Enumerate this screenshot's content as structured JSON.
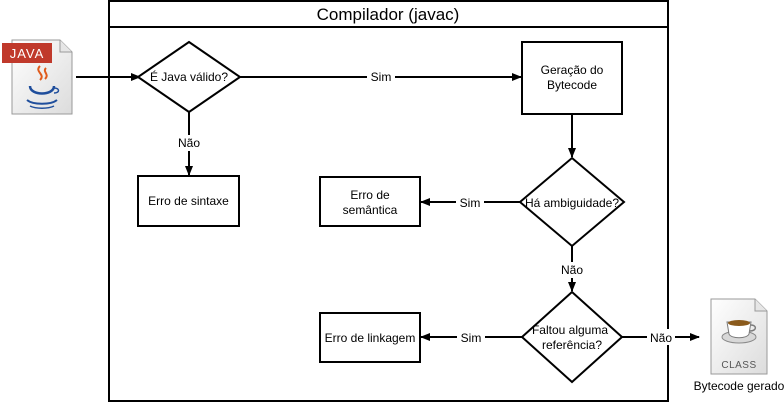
{
  "container": {
    "title": "Compilador (javac)"
  },
  "source_file": {
    "badge": "JAVA"
  },
  "output_file": {
    "badge": "CLASS",
    "caption": "Bytecode gerado"
  },
  "nodes": {
    "java_valid": {
      "text": "É Java válido?"
    },
    "syntax_error": {
      "text": "Erro de sintaxe"
    },
    "bytecode_gen": {
      "line1": "Geração do",
      "line2": "Bytecode"
    },
    "ambiguity": {
      "text": "Há ambiguidade?"
    },
    "semantic_error": {
      "line1": "Erro de",
      "line2": "semântica"
    },
    "missing_ref": {
      "line1": "Faltou alguma",
      "line2": "referência?"
    },
    "link_error": {
      "text": "Erro de linkagem"
    }
  },
  "edges": {
    "valid_yes": "Sim",
    "valid_no": "Não",
    "amb_yes": "Sim",
    "amb_no": "Não",
    "ref_yes": "Sim",
    "ref_no": "Não"
  },
  "colors": {
    "stroke": "#000000",
    "java_badge": "#c0392b",
    "java_cup": "#1f4e9c",
    "java_steam": "#e05a1b",
    "class_cup": "#8a5a1c",
    "file_bg": "#f2f2f2"
  }
}
